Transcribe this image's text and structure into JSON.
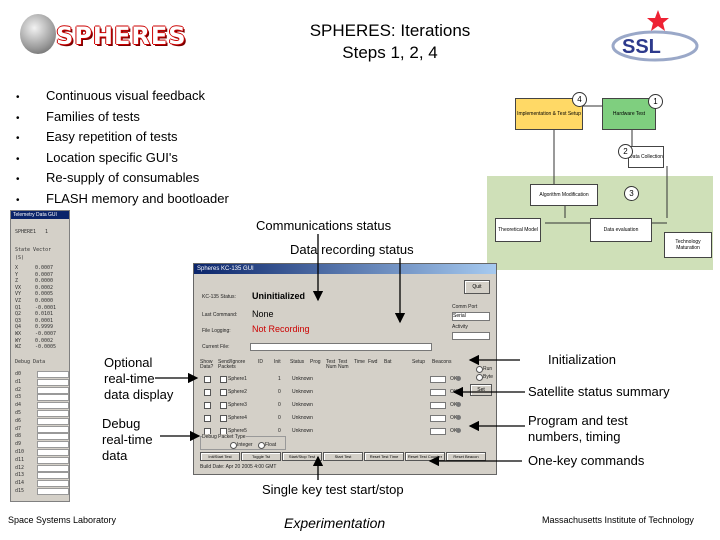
{
  "header": {
    "logo_text": "SPHERES",
    "title_line1": "SPHERES: Iterations",
    "title_line2": "Steps 1, 2, 4"
  },
  "bullets": [
    "Continuous visual feedback",
    "Families of tests",
    "Easy repetition of tests",
    "Location specific GUI's",
    "Re-supply of consumables",
    "FLASH memory and bootloader"
  ],
  "flow": {
    "impl_label": "Implementation & Test Setup",
    "hardware_label": "Hardware Test",
    "data_collection_label": "Data Collection",
    "algorithm_label": "Algorithm Modification",
    "theoretical_label": "Theoretical Model",
    "data_eval_label": "Data evaluation",
    "tech_maturation_label": "Technology Maturation",
    "num1": "1",
    "num2": "2",
    "num3": "3",
    "num4": "4"
  },
  "annotations": {
    "communications": "Communications status",
    "data_recording": "Data recording status",
    "optional_realtime": [
      "Optional",
      "real-time",
      "data display"
    ],
    "debug_realtime": [
      "Debug",
      "real-time",
      "data"
    ],
    "initialization": "Initialization",
    "satellite_status": "Satellite status summary",
    "program_test": [
      "Program and test",
      "numbers, timing"
    ],
    "one_key": "One-key commands",
    "single_key": "Single key test start/stop"
  },
  "telemetry": {
    "title": "Telemetry Data GUI",
    "sphere_label": "SPHERE1",
    "sphere_value": "1",
    "state_vector": "State Vector",
    "time": "(S)",
    "state_rows": [
      {
        "label": "X",
        "value": "0.0007"
      },
      {
        "label": "Y",
        "value": "0.0007"
      },
      {
        "label": "Z",
        "value": "0.0000"
      },
      {
        "label": "VX",
        "value": "0.0002"
      },
      {
        "label": "VY",
        "value": "0.0005"
      },
      {
        "label": "VZ",
        "value": "0.0000"
      },
      {
        "label": "Q1",
        "value": "-0.0001"
      },
      {
        "label": "Q2",
        "value": "0.0101"
      },
      {
        "label": "Q3",
        "value": "0.0001"
      },
      {
        "label": "Q4",
        "value": "0.9999"
      },
      {
        "label": "WX",
        "value": "-0.0007"
      },
      {
        "label": "WY",
        "value": "0.0002"
      },
      {
        "label": "WZ",
        "value": "-0.0005"
      }
    ],
    "debug_label": "Debug Data",
    "debug_rows": [
      "d0",
      "d1",
      "d2",
      "d3",
      "d4",
      "d5",
      "d6",
      "d7",
      "d8",
      "d9",
      "d10",
      "d11",
      "d12",
      "d13",
      "d14",
      "d15"
    ]
  },
  "gui": {
    "title": "Spheres KC-135 GUI",
    "status_label": "KC-135 Status:",
    "status_value": "Uninitialized",
    "last_command_label": "Last Command:",
    "last_command_value": "None",
    "file_logging_label": "File Logging:",
    "file_logging_value": "Not Recording",
    "current_file_label": "Current File:",
    "quit_label": "Quit",
    "comm_port_label": "Comm Port",
    "comm_port_value": "Serial",
    "activity_label": "Activity",
    "columns": [
      "Show Data?",
      "Send/Ignore Packets",
      "ID",
      "Init",
      "Status",
      "Prog",
      "Test Num",
      "Test Num",
      "Time",
      "Fwd",
      "Bat",
      "Setup",
      "Beacons"
    ],
    "spheres": [
      {
        "name": "Sphere1",
        "id": "1",
        "status": "Unknown"
      },
      {
        "name": "Sphere2",
        "id": "0",
        "status": "Unknown"
      },
      {
        "name": "Sphere3",
        "id": "0",
        "status": "Unknown"
      },
      {
        "name": "Sphere4",
        "id": "0",
        "status": "Unknown"
      },
      {
        "name": "Sphere5",
        "id": "0",
        "status": "Unknown"
      }
    ],
    "ok_label": "OK",
    "run_label": "Run",
    "byte_label": "Byte",
    "set_label": "Set",
    "debug_packet_label": "Debug Packet Type",
    "debug_options": [
      "Integer",
      "Float"
    ],
    "commands": [
      "Init/Start Test",
      "Toggle Tst",
      "Start/Stop Test",
      "Start Test",
      "Reset Test Time",
      "Reset Test Counter",
      "Reset Beacon"
    ],
    "build_date": "Build Date: Apr 20 2005   4:00 GMT"
  },
  "footer": {
    "left": "Space Systems Laboratory",
    "center": "Experimentation",
    "right": "Massachusetts Institute of Technology"
  },
  "colors": {
    "logo_red": "#cc0000",
    "not_recording": "#cc0000",
    "flow_bg": "#cfe0b8",
    "impl_box": "#ffd966",
    "hardware_box": "#7fcf7f"
  }
}
